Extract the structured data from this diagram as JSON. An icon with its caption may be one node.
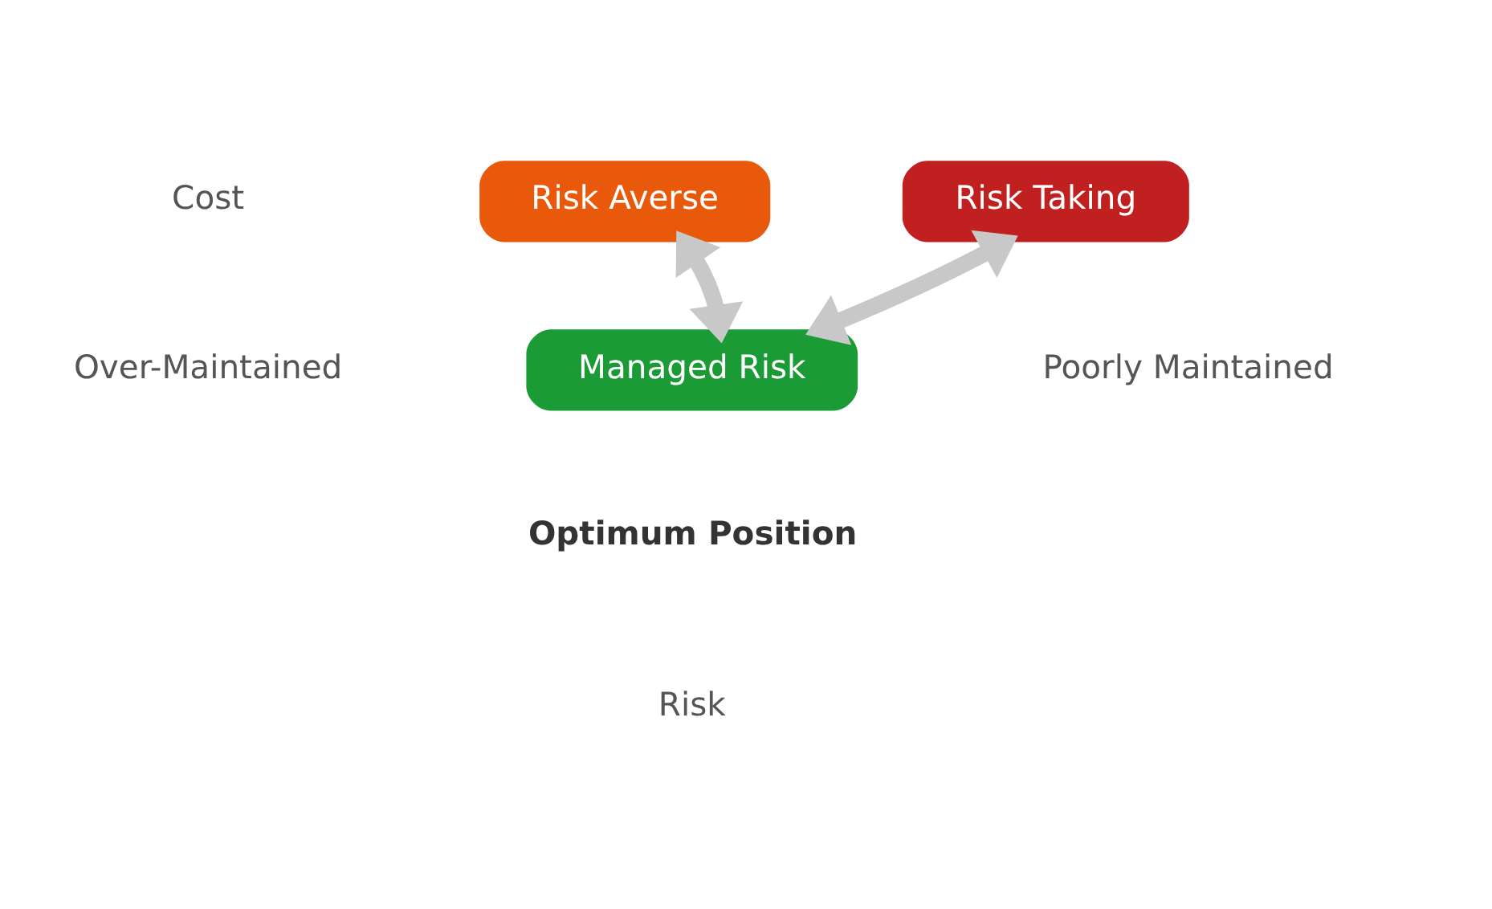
{
  "diagram": {
    "nodes": [
      {
        "text": [
          "Risk Averse"
        ]
      },
      {
        "text": [
          "Risk Taking"
        ]
      },
      {
        "text": [
          "Managed Risk"
        ],
        "beside": [
          "Optimum Position"
        ]
      }
    ],
    "edges": [
      {
        "from": 2,
        "to": 0,
        "arrow": "both"
      },
      {
        "from": 2,
        "to": 1,
        "arrow": "both"
      }
    ],
    "labels": [
      "Cost",
      "Over-Maintained",
      "Poorly Maintained",
      "Risk"
    ]
  }
}
